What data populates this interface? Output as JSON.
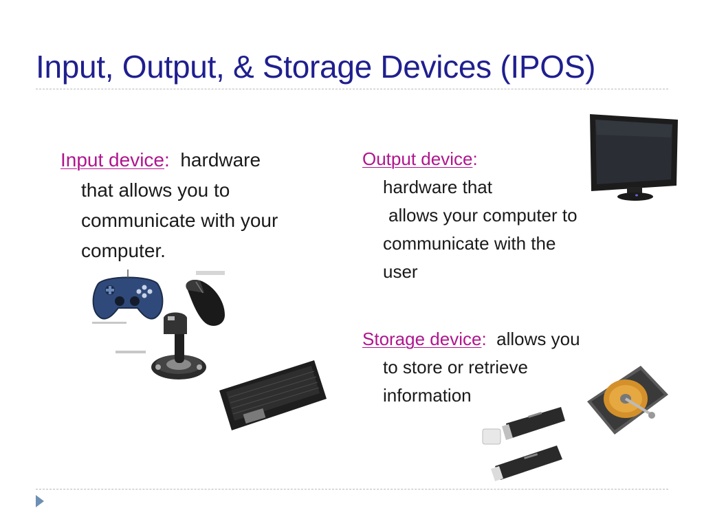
{
  "slide": {
    "title": "Input, Output, & Storage Devices (IPOS)",
    "input": {
      "term": "Input device",
      "colon": ":",
      "lines": [
        "hardware",
        "that allows you to",
        "communicate with your",
        "computer."
      ]
    },
    "output": {
      "term": "Output device",
      "colon": ":",
      "lines": [
        "hardware that",
        "allows your computer to",
        "communicate with the",
        "user"
      ]
    },
    "storage": {
      "term": "Storage device",
      "colon": ":",
      "lines": [
        "allows you",
        "to store or retrieve",
        "information"
      ]
    }
  },
  "images": {
    "monitor": "monitor-photo",
    "gamepad": "gamepad-photo",
    "mouse": "mouse-photo",
    "joystick": "joystick-photo",
    "keyboard": "keyboard-photo",
    "hard_drive": "hard-drive-photo",
    "flash_drives": "flash-drive-photo"
  },
  "colors": {
    "title": "#1f1f8f",
    "term": "#b0158e",
    "body": "#1a1a1a",
    "nav": "#6e8fb4"
  }
}
